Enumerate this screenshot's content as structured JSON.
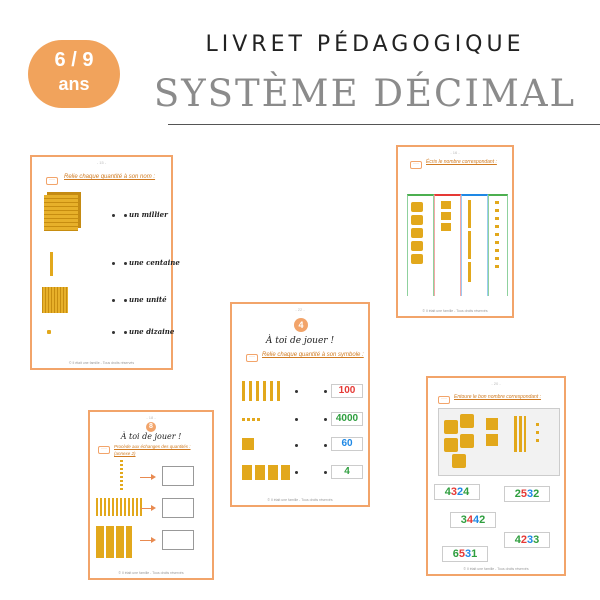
{
  "badge": {
    "line1": "6 / 9",
    "line2": "ans"
  },
  "header": {
    "title": "LIVRET PÉDAGOGIQUE",
    "subtitle": "SYSTÈME DÉCIMAL"
  },
  "sheets": {
    "s1": {
      "page": "- 15 -",
      "instruction": "Relie chaque quantité à son nom :",
      "words": [
        "un millier",
        "une centaine",
        "une unité",
        "une dizaine"
      ]
    },
    "s2": {
      "page": "- 16 -",
      "instruction": "Écris le nombre correspondant :"
    },
    "s3": {
      "page": "- 22 -",
      "badge_number": "4",
      "heading": "À toi de jouer !",
      "instruction": "Relie chaque quantité à son symbole :",
      "numbers": [
        {
          "value": "100",
          "color": "#e53935"
        },
        {
          "value": "4000",
          "color": "#2e9e3e"
        },
        {
          "value": "60",
          "color": "#1e88e5"
        },
        {
          "value": "4",
          "color": "#2e9e3e"
        }
      ]
    },
    "s4": {
      "page": "- 18 -",
      "badge_number": "8",
      "heading": "À toi de jouer !",
      "instruction": "Procède aux échanges des quantités :",
      "instruction2": "(annexe 2)"
    },
    "s5": {
      "page": "- 20 -",
      "instruction": "Entoure le bon nombre correspondant :",
      "numbers": [
        {
          "digits": [
            "4",
            "3",
            "2",
            "4"
          ]
        },
        {
          "digits": [
            "2",
            "5",
            "3",
            "2"
          ]
        },
        {
          "digits": [
            "3",
            "4",
            "4",
            "2"
          ]
        },
        {
          "digits": [
            "4",
            "2",
            "3",
            "3"
          ]
        },
        {
          "digits": [
            "6",
            "5",
            "3",
            "1"
          ]
        }
      ]
    },
    "footer": "© Il était une famille - Tous droits réservés"
  },
  "colors": {
    "accent": "#f1a35c",
    "gold": "#e2a81c",
    "thousands": "#2e9e3e",
    "hundreds": "#e53935",
    "tens": "#1e88e5",
    "units": "#2e9e3e"
  }
}
